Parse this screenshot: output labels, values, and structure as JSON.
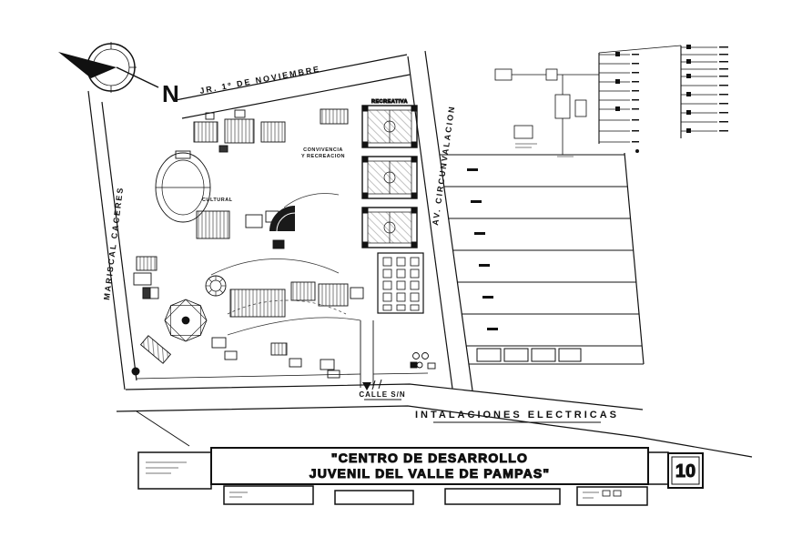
{
  "compass": {
    "north_label": "N"
  },
  "streets": {
    "top_label": "JR. 1º DE NOVIEMBRE",
    "left_label": "MARISCAL CACERES",
    "right_label": "AV. CIRCUNVALACION",
    "bottom_label": "CALLE S/N"
  },
  "zones": {
    "recreation_label": "RECREATIVA",
    "social_label_line1": "CONVIVENCIA",
    "social_label_line2": "Y RECREACION",
    "cultural_label": "CULTURAL"
  },
  "plan": {
    "subtitle": "INTALACIONES ELECTRICAS"
  },
  "title_block": {
    "title_line1": "\"CENTRO DE DESARROLLO",
    "title_line2": "JUVENIL DEL VALLE DE PAMPAS\"",
    "sheet_number": "10"
  },
  "colors": {
    "ink": "#111111",
    "paper": "#ffffff"
  }
}
